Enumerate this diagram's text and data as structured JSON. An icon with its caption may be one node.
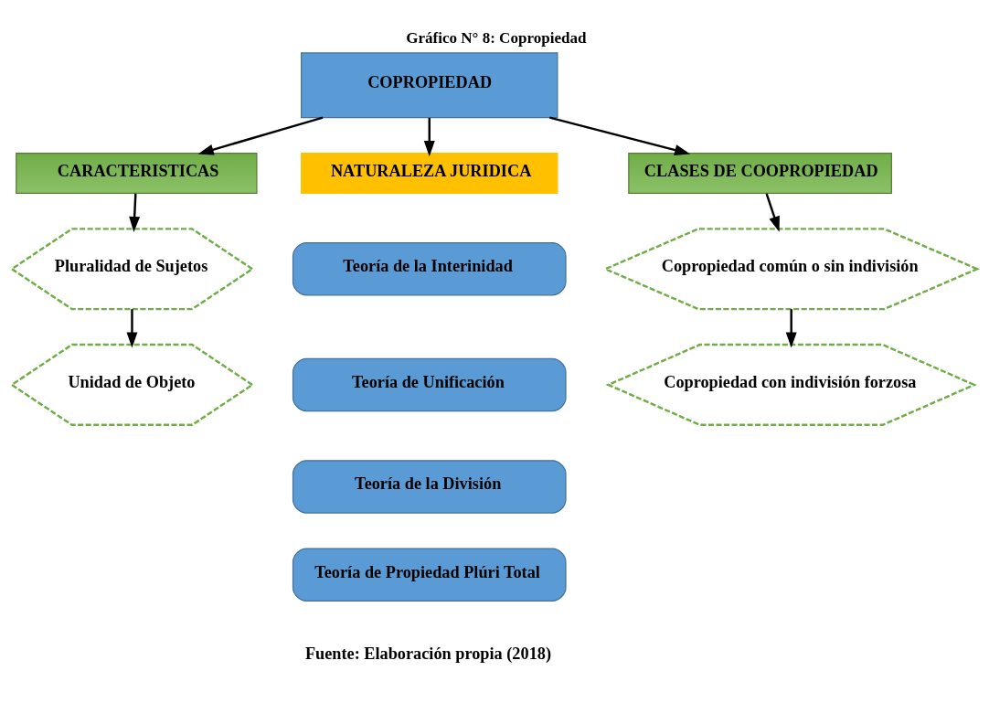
{
  "diagram": {
    "title": "Gráfico N° 8: Copropiedad",
    "caption": "Fuente: Elaboración propia (2018)",
    "nodes": [
      {
        "text": [
          "COPROPIEDAD"
        ]
      },
      {
        "text": [
          "CARACTERISTICAS"
        ]
      },
      {
        "text": [
          "NATURALEZA JURIDICA"
        ]
      },
      {
        "text": [
          "CLASES DE COOPROPIEDAD"
        ]
      },
      {
        "text": [
          "Pluralidad de Sujetos"
        ]
      },
      {
        "text": [
          "Unidad de Objeto"
        ]
      },
      {
        "text": [
          "Teoría de la Interinidad"
        ]
      },
      {
        "text": [
          "Teoría de Unificación"
        ]
      },
      {
        "text": [
          "Teoría de la División"
        ]
      },
      {
        "text": [
          "Teoría de Propiedad Plúri Total"
        ]
      },
      {
        "text": [
          "Copropiedad común o sin indivisión"
        ]
      },
      {
        "text": [
          "Copropiedad con indivisión forzosa"
        ]
      }
    ],
    "edges": [
      {
        "from": 0,
        "to": 1,
        "arrow": "to"
      },
      {
        "from": 0,
        "to": 2,
        "arrow": "to"
      },
      {
        "from": 0,
        "to": 3,
        "arrow": "to"
      },
      {
        "from": 1,
        "to": 4,
        "arrow": "to"
      },
      {
        "from": 4,
        "to": 5,
        "arrow": "to"
      },
      {
        "from": 3,
        "to": 10,
        "arrow": "to"
      },
      {
        "from": 10,
        "to": 11,
        "arrow": "to"
      }
    ]
  }
}
